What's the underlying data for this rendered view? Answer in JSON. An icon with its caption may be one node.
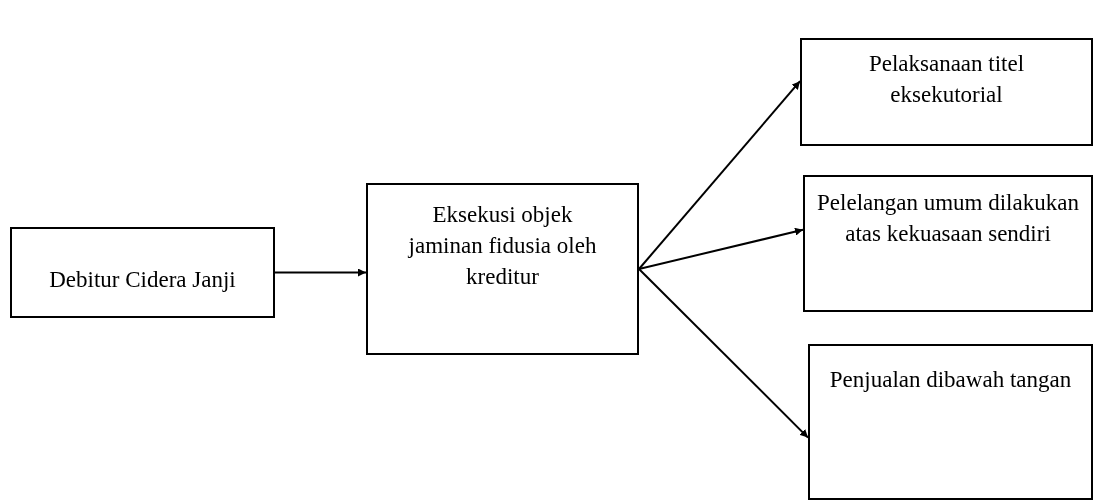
{
  "diagram": {
    "nodes": [
      {
        "text": [
          "Debitur Cidera Janji"
        ]
      },
      {
        "text": [
          "Eksekusi objek jaminan fidusia oleh kreditur"
        ]
      },
      {
        "text": [
          "Pelaksanaan titel eksekutorial"
        ]
      },
      {
        "text": [
          "Pelelangan umum dilakukan atas kekuasaan sendiri"
        ]
      },
      {
        "text": [
          "Penjualan dibawah tangan"
        ]
      }
    ],
    "edges": [
      {
        "from": 0,
        "to": 1,
        "arrow": "to"
      },
      {
        "from": 1,
        "to": 2,
        "arrow": "to"
      },
      {
        "from": 1,
        "to": 3,
        "arrow": "to"
      },
      {
        "from": 1,
        "to": 4,
        "arrow": "to"
      }
    ]
  }
}
